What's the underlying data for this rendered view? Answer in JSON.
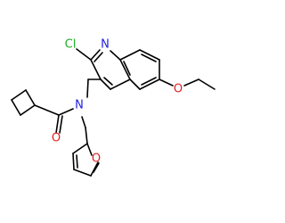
{
  "molecule": {
    "atoms": {
      "cl": {
        "symbol": "Cl",
        "color": "#1fb01f"
      },
      "n_quinoline": {
        "symbol": "N",
        "color": "#1f1fe0"
      },
      "o_ether": {
        "symbol": "O",
        "color": "#e01f1f"
      },
      "o_carbonyl": {
        "symbol": "O",
        "color": "#e01f1f"
      },
      "n_amide": {
        "symbol": "N",
        "color": "#1f1fe0"
      },
      "o_furan": {
        "symbol": "O",
        "color": "#e01f1f"
      }
    },
    "bond_color": "#000000",
    "background": "#ffffff"
  }
}
